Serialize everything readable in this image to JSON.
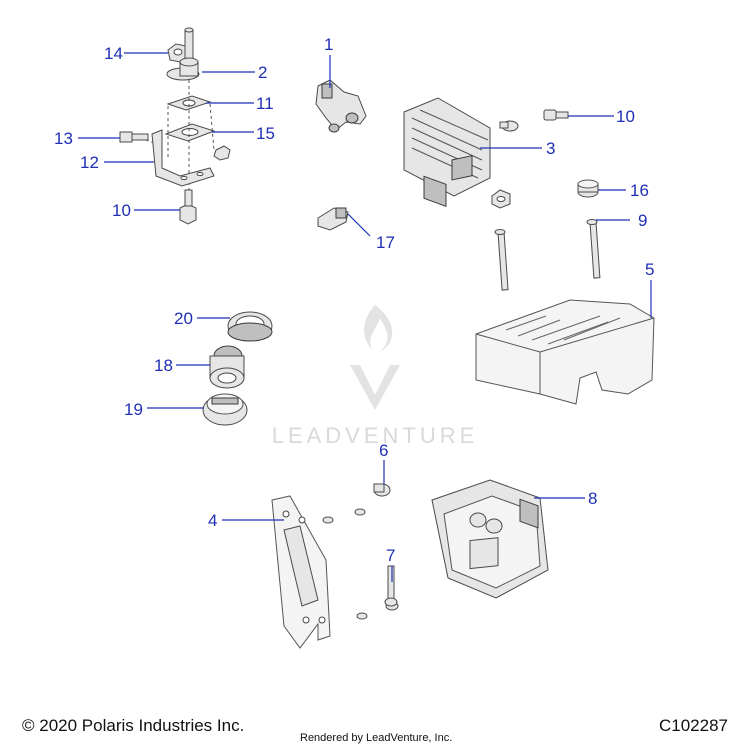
{
  "callouts": {
    "c1": "1",
    "c2": "2",
    "c3": "3",
    "c4": "4",
    "c5": "5",
    "c6": "6",
    "c7": "7",
    "c8": "8",
    "c9": "9",
    "c10a": "10",
    "c10b": "10",
    "c11": "11",
    "c12": "12",
    "c13": "13",
    "c14": "14",
    "c15": "15",
    "c16": "16",
    "c17": "17",
    "c18": "18",
    "c19": "19",
    "c20": "20"
  },
  "watermark": {
    "text": "LEADVENTURE"
  },
  "footer": {
    "copyright": "© 2020 Polaris Industries Inc.",
    "rendered_by": "Rendered by LeadVenture, Inc.",
    "diagram_id": "C102287"
  },
  "colors": {
    "callout": "#1f2fb5",
    "part_outline": "#4a4a4a",
    "watermark": "#d9d9d9"
  }
}
